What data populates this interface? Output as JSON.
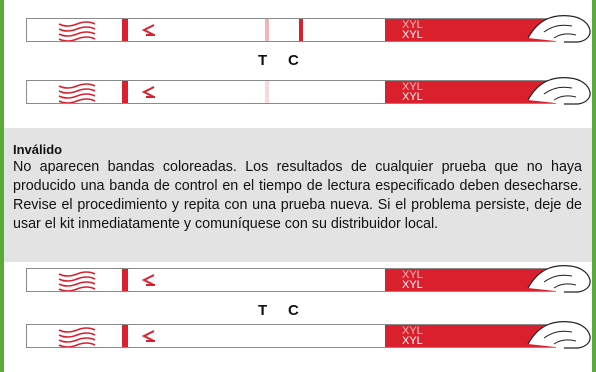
{
  "invalid_section": {
    "title": "Inválido",
    "description": "No aparecen bandas coloreadas. Los resultados de cualquier prueba que no haya producido una banda de control en el tiempo de lectura especificado deben desecharse. Revise el procedimiento y repita con una prueba nueva. Si el problema persiste, deje de usar el kit inmediatamente y comuníquese con su distribuidor local."
  },
  "strip_labels": {
    "test_line": "T",
    "control_line": "C",
    "brand": "XYL",
    "brand_faded": "XYL"
  },
  "colors": {
    "strip_red": "#d9202c",
    "faint_band": "#f4b3b7",
    "frame_green": "#5aaa3a",
    "info_background": "#e3e3e3"
  },
  "icons": [
    "hand-icon",
    "wave-lines-icon",
    "arrow-icon"
  ]
}
